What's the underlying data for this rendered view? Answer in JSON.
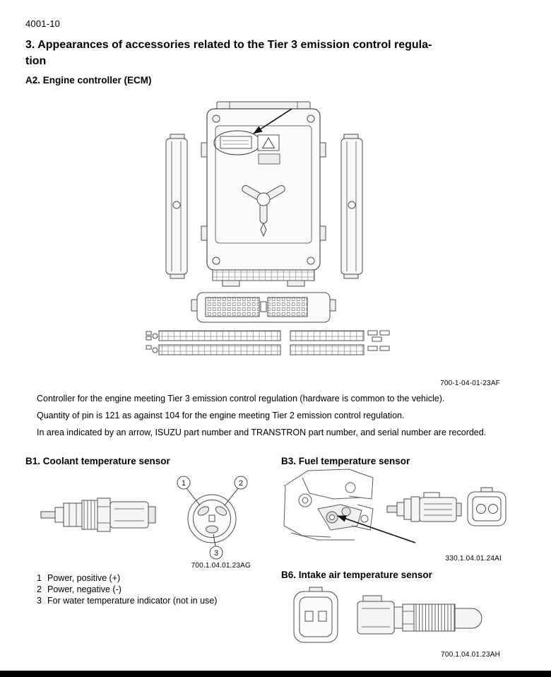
{
  "page": {
    "number": "4001-10",
    "title_line1": "3. Appearances of accessories related to the Tier 3 emission control regula-",
    "title_line2": "tion",
    "section_a2": {
      "heading": "A2. Engine controller (ECM)",
      "figure_code": "700-1-04-01-23AF",
      "paragraphs": [
        "Controller for the engine meeting Tier 3 emission control regulation (hardware is common to the vehicle).",
        "Quantity of pin is 121 as against 104 for the engine meeting Tier 2 emission control regulation.",
        "In area indicated by an arrow, ISUZU part number and TRANSTRON part number, and serial number are recorded."
      ]
    },
    "section_b1": {
      "heading": "B1. Coolant temperature sensor",
      "figure_code": "700.1.04.01.23AG",
      "pin_labels": [
        "1",
        "2",
        "3"
      ],
      "legend": [
        {
          "num": "1",
          "text": "Power, positive (+)"
        },
        {
          "num": "2",
          "text": "Power, negative (-)"
        },
        {
          "num": "3",
          "text": "For water temperature indicator (not in use)"
        }
      ]
    },
    "section_b3": {
      "heading": "B3. Fuel temperature sensor",
      "figure_code": "330.1.04.01.24AI"
    },
    "section_b6": {
      "heading": "B6. Intake air temperature sensor",
      "figure_code": "700.1.04.01.23AH"
    }
  }
}
